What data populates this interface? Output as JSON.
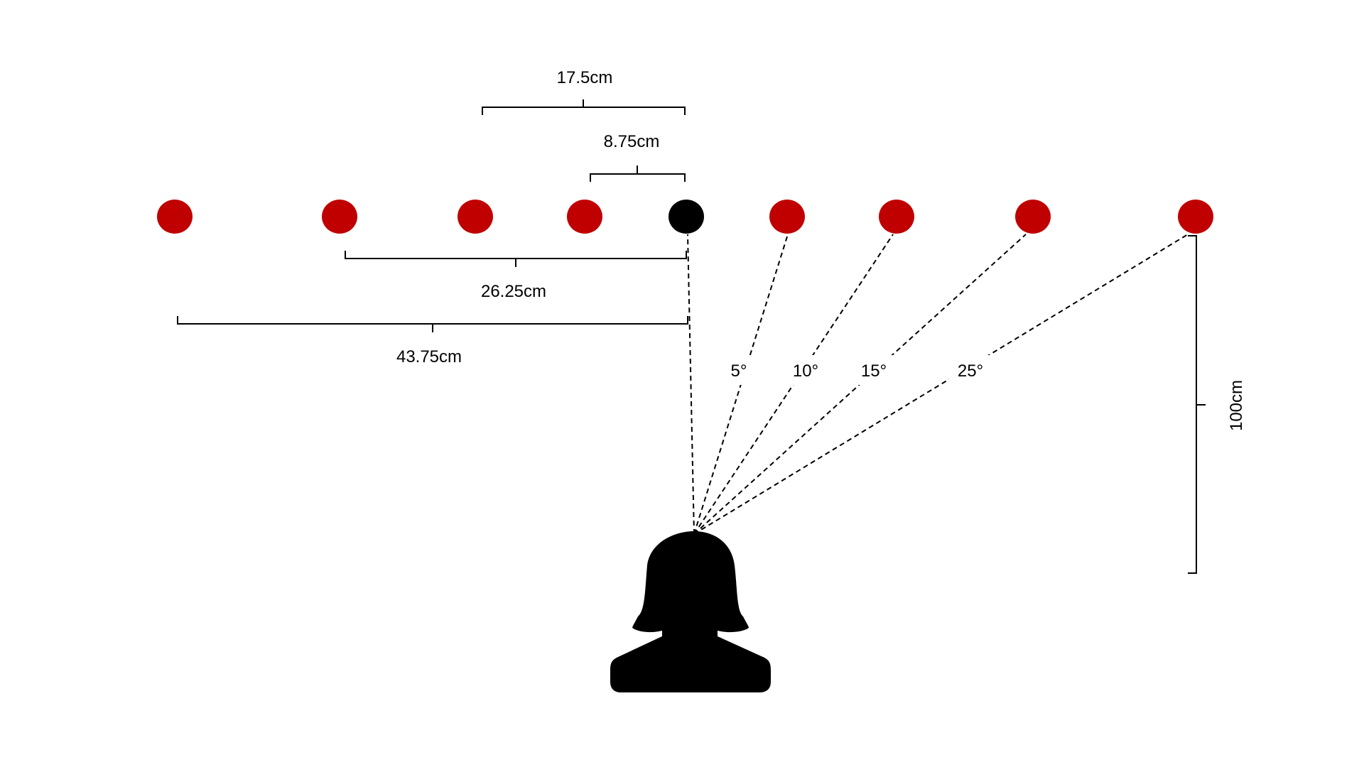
{
  "colors": {
    "target": "#c00000",
    "fixation": "#000000",
    "lines": "#000000",
    "background": "#ffffff"
  },
  "distances": {
    "d_8_75": "8.75cm",
    "d_17_5": "17.5cm",
    "d_26_25": "26.25cm",
    "d_43_75": "43.75cm",
    "d_100": "100cm"
  },
  "angles": {
    "a5": "5°",
    "a10": "10°",
    "a15": "15°",
    "a25": "25°"
  },
  "stimuli": [
    {
      "role": "target",
      "side": "left",
      "eccentricity_deg": 25
    },
    {
      "role": "target",
      "side": "left",
      "eccentricity_deg": 15
    },
    {
      "role": "target",
      "side": "left",
      "eccentricity_deg": 10
    },
    {
      "role": "target",
      "side": "left",
      "eccentricity_deg": 5
    },
    {
      "role": "fixation",
      "side": "center",
      "eccentricity_deg": 0
    },
    {
      "role": "target",
      "side": "right",
      "eccentricity_deg": 5
    },
    {
      "role": "target",
      "side": "right",
      "eccentricity_deg": 10
    },
    {
      "role": "target",
      "side": "right",
      "eccentricity_deg": 15
    },
    {
      "role": "target",
      "side": "right",
      "eccentricity_deg": 25
    }
  ],
  "icons": {
    "observer": "person-silhouette-icon"
  }
}
